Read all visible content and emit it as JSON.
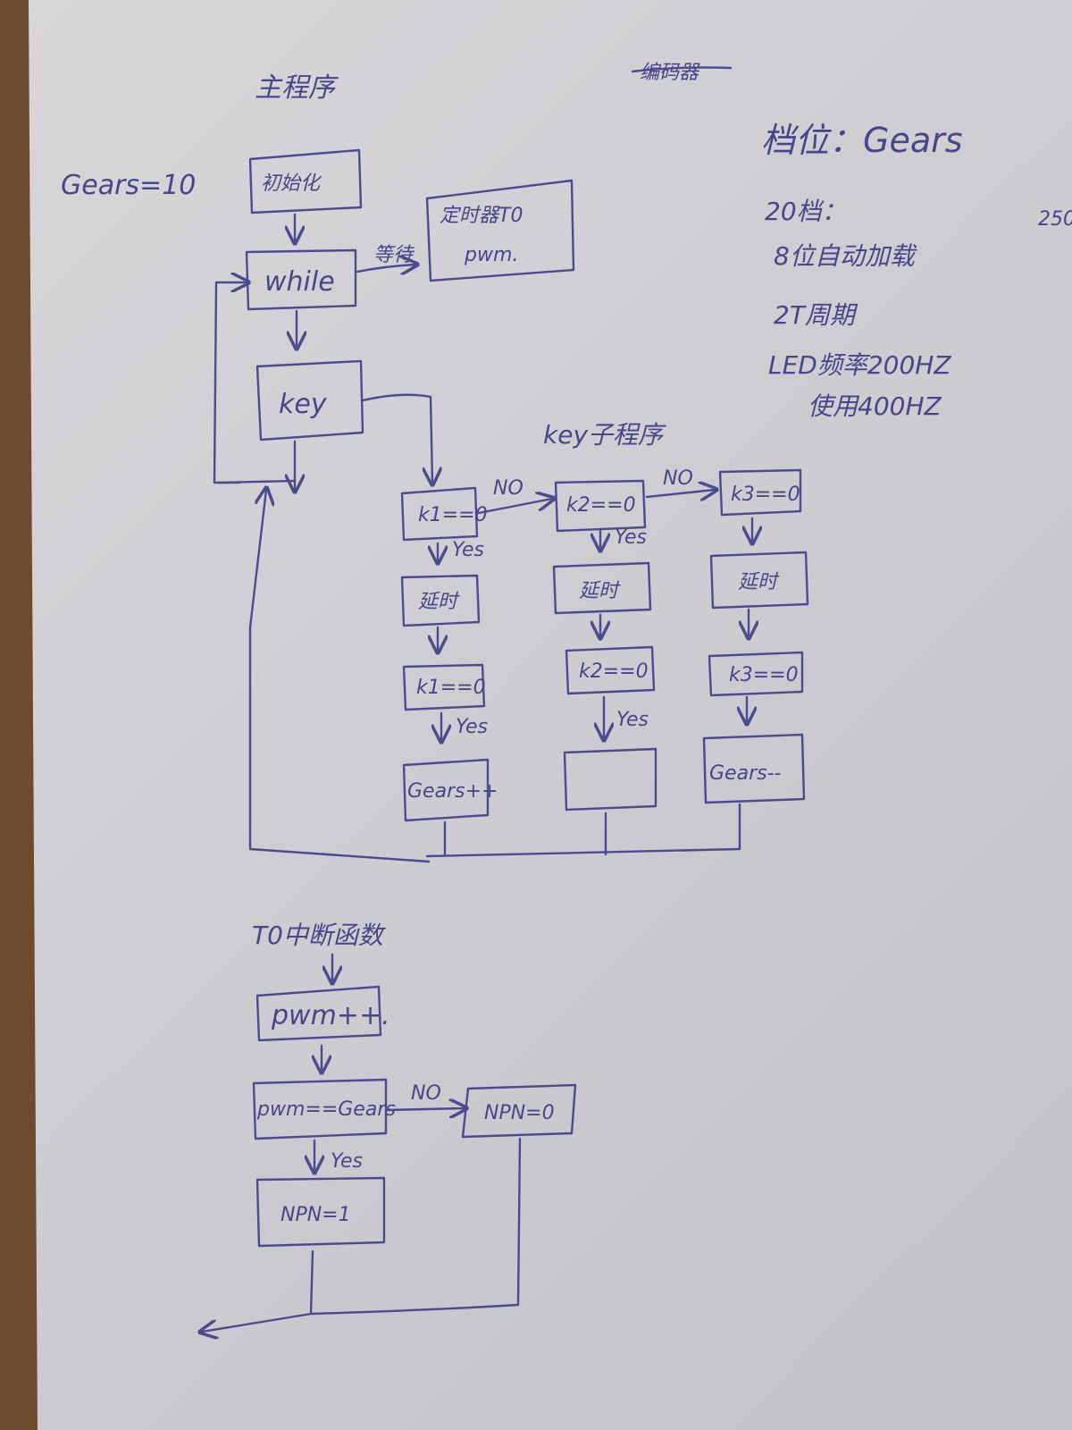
{
  "sections": {
    "main_title": "主程序",
    "crossed_note": "编码器",
    "key_sub_title": "key子程序",
    "isr_title": "T0中断函数"
  },
  "gears_init": "Gears=10",
  "main_flow": {
    "init": "初始化",
    "loop": "while",
    "wait_label": "等待",
    "timer": [
      "定时器T0",
      "pwm."
    ],
    "key": "key"
  },
  "key_sub": {
    "k1_check": "k1==0",
    "k2_check": "k2==0",
    "k3_check": "k3==0",
    "no_label": "NO",
    "yes_label": "Yes",
    "delay": "延时",
    "k1_recheck": "k1==0",
    "k2_recheck": "k2==0",
    "k3_recheck": "k3==0",
    "gears_inc": "Gears++",
    "k2_action": "",
    "gears_dec": "Gears--"
  },
  "isr": {
    "pwm_inc": "pwm++.",
    "compare": "pwm==Gears",
    "no_label": "NO",
    "yes_label": "Yes",
    "npn_zero": "NPN=0",
    "npn_one": "NPN=1"
  },
  "notes": {
    "heading": "档位：Gears",
    "lines": [
      "20档：",
      "8位自动加载",
      "2T周期",
      "LED频率200HZ",
      "使用400HZ"
    ],
    "margin_cut": "250"
  }
}
